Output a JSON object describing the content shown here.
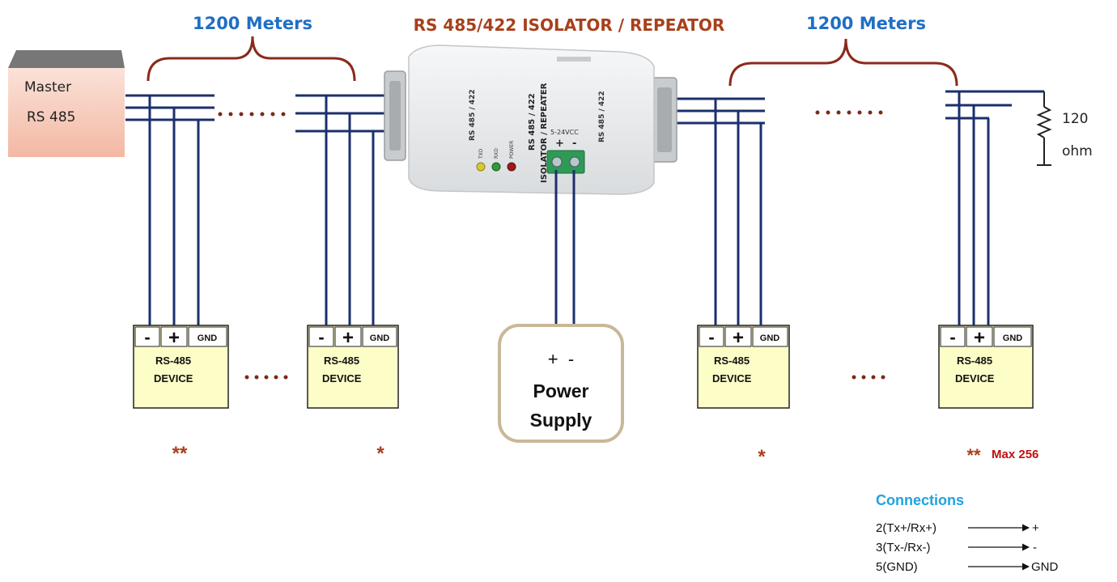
{
  "header": {
    "title": "RS 485/422 ISOLATOR / REPEATOR",
    "left_distance": "1200 Meters",
    "right_distance": "1200 Meters"
  },
  "master": {
    "line1": "Master",
    "line2": "RS 485"
  },
  "resistor": {
    "value": "120",
    "unit": "ohm"
  },
  "device": {
    "minus": "-",
    "plus": "+",
    "gnd": "GND",
    "line1": "RS-485",
    "line2": "DEVICE"
  },
  "isolator": {
    "left_side_label": "RS 485 / 422",
    "right_side_label": "RS 485 / 422",
    "center_label_1": "RS 485 / 422",
    "center_label_2": "ISOLATOR / REPEATER",
    "vcc_label": "5-24VCC",
    "vcc_plus": "+",
    "vcc_minus": "-",
    "led_labels": [
      "TXD",
      "RXD",
      "POWER"
    ],
    "led_colors": [
      "#d8c832",
      "#2f9a3a",
      "#a01818"
    ]
  },
  "power_supply": {
    "polarity": "+  -",
    "line1": "Power",
    "line2": "Supply"
  },
  "markers": {
    "double_star": "**",
    "single_star": "*",
    "max_text": "Max 256"
  },
  "connections": {
    "title": "Connections",
    "rows": [
      {
        "pin": "2(Tx+/Rx+)",
        "target": "+"
      },
      {
        "pin": "3(Tx-/Rx-)",
        "target": "-"
      },
      {
        "pin": "5(GND)",
        "target": "GND"
      }
    ]
  },
  "colors": {
    "wire": "#1c2f6e",
    "brace": "#8b2a1a",
    "heading_blue": "#1f6fc4",
    "title_red": "#a8401c",
    "device_fill": "#fdfdc8",
    "dots": "#7a2a1a",
    "connections_title": "#1fa3e0",
    "max_red": "#c01010"
  }
}
